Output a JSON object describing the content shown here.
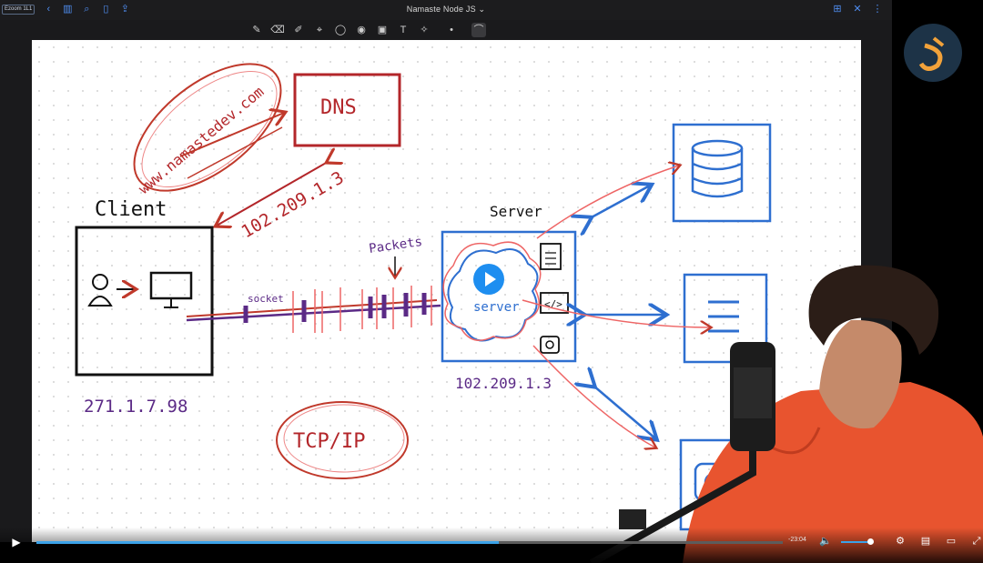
{
  "window": {
    "title": "Namaste Node JS ⌄",
    "badge": "Ezoom 1L1"
  },
  "toolbar": {
    "left_icons": [
      "back-icon",
      "sidebar-icon",
      "search-icon",
      "bookmark-icon",
      "share-icon"
    ],
    "right_icons": [
      "add-page-icon",
      "close-icon",
      "more-icon"
    ],
    "tools": [
      "pen-icon",
      "eraser-icon",
      "highlighter-icon",
      "lasso-icon",
      "shapes-icon",
      "eye-icon",
      "image-icon",
      "text-icon",
      "pointer-icon",
      "dot-icon",
      "line-icon"
    ]
  },
  "diagram": {
    "dns_label": "DNS",
    "url_label": "www.namastedev.com",
    "ip_label_dns": "102.209.1.3",
    "client_label": "Client",
    "client_ip": "271.1.7.98",
    "socket_label": "socket",
    "packets_label": "Packets",
    "server_title": "Server",
    "server_inner": "server",
    "server_ip": "102.209.1.3",
    "tcp_label": "TCP/IP",
    "code_glyph": "</>"
  },
  "player": {
    "time": "-23:04",
    "progress": 0.62,
    "volume": 0.9,
    "colors": {
      "accent": "#3ba2e8",
      "ink_red": "#b3262a",
      "ink_blue": "#2e6fd0",
      "ink_purple": "#5b2a86"
    }
  }
}
